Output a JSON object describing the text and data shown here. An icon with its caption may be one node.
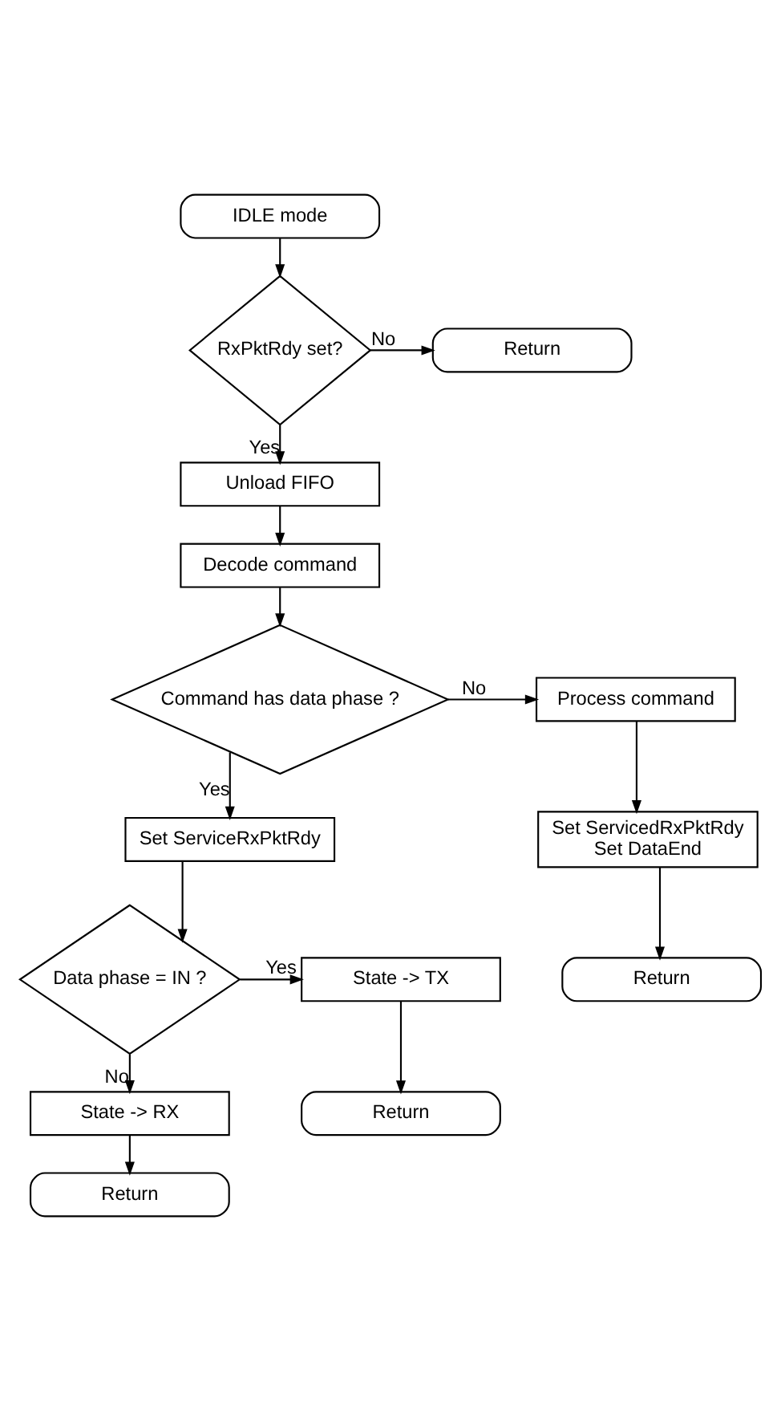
{
  "diagram": {
    "nodes": [
      {
        "text": [
          "IDLE mode"
        ]
      },
      {
        "text": [
          "RxPktRdy set?"
        ]
      },
      {
        "text": [
          "Return"
        ]
      },
      {
        "text": [
          "Unload FIFO"
        ]
      },
      {
        "text": [
          "Decode command"
        ]
      },
      {
        "text": [
          "Command has data phase ?"
        ]
      },
      {
        "text": [
          "Process command"
        ]
      },
      {
        "text": [
          "Set ServicedRxPktRdy",
          "Set DataEnd"
        ]
      },
      {
        "text": [
          "Return"
        ]
      },
      {
        "text": [
          "Set ServiceRxPktRdy"
        ]
      },
      {
        "text": [
          "Data phase = IN ?"
        ]
      },
      {
        "text": [
          "State -> TX"
        ]
      },
      {
        "text": [
          "Return"
        ]
      },
      {
        "text": [
          "State -> RX"
        ]
      },
      {
        "text": [
          "Return"
        ]
      }
    ],
    "edges": [
      {
        "from": 0,
        "to": 1,
        "arrow": "to"
      },
      {
        "from": 1,
        "to": 2,
        "arrow": "to",
        "label": "No"
      },
      {
        "from": 1,
        "to": 3,
        "arrow": "to",
        "label": "Yes"
      },
      {
        "from": 3,
        "to": 4,
        "arrow": "to"
      },
      {
        "from": 4,
        "to": 5,
        "arrow": "to"
      },
      {
        "from": 5,
        "to": 6,
        "arrow": "to",
        "label": "No"
      },
      {
        "from": 6,
        "to": 7,
        "arrow": "to"
      },
      {
        "from": 7,
        "to": 8,
        "arrow": "to"
      },
      {
        "from": 5,
        "to": 9,
        "arrow": "to",
        "label": "Yes"
      },
      {
        "from": 9,
        "to": 10,
        "arrow": "to"
      },
      {
        "from": 10,
        "to": 11,
        "arrow": "to",
        "label": "Yes"
      },
      {
        "from": 11,
        "to": 12,
        "arrow": "to"
      },
      {
        "from": 10,
        "to": 13,
        "arrow": "to",
        "label": "No"
      },
      {
        "from": 13,
        "to": 14,
        "arrow": "to"
      }
    ]
  }
}
